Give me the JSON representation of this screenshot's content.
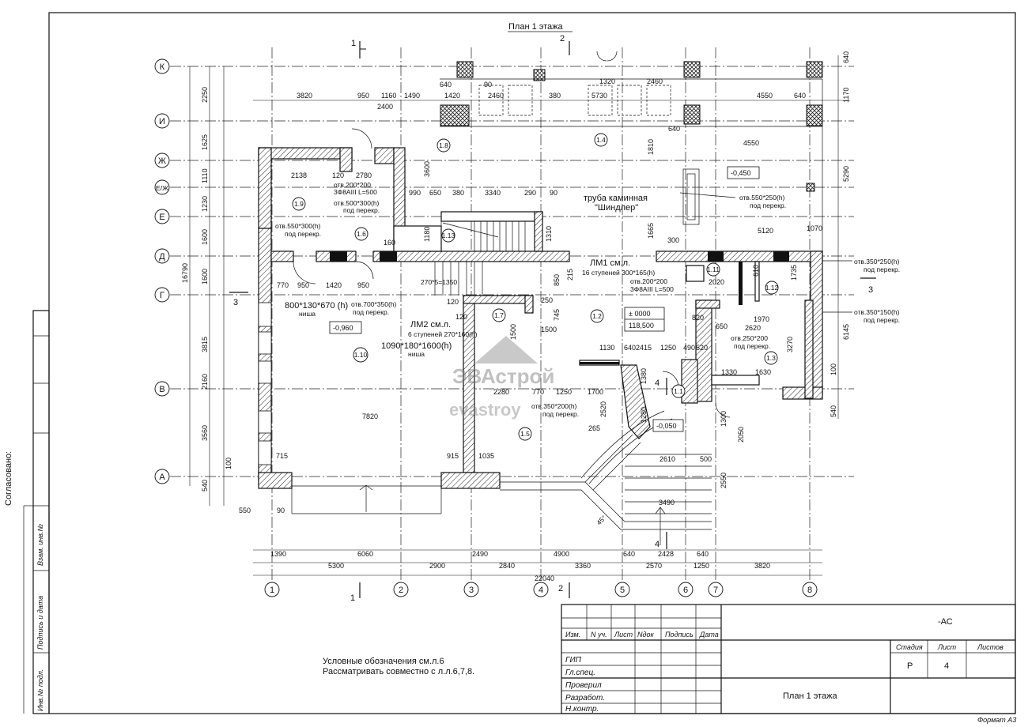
{
  "sheet": {
    "title": "План 1 этажа",
    "format": "Формат А3",
    "agreed": "Согласовано:"
  },
  "side_table": [
    "Взам. инв.№",
    "Подпись и дата",
    "Инв.№ подл."
  ],
  "grid_axes": {
    "rows": [
      "К",
      "И",
      "Ж",
      "Е/Ж",
      "Е",
      "Д",
      "Г",
      "В",
      "А"
    ],
    "columns": [
      "1",
      "2",
      "3",
      "4",
      "5",
      "6",
      "7",
      "8"
    ]
  },
  "sections": {
    "s1": "1",
    "s2": "2",
    "s3": "3",
    "s4": "4"
  },
  "rooms": [
    "1.1",
    "1.2",
    "1.3",
    "1.4",
    "1.5",
    "1.6",
    "1.7",
    "1.8",
    "1.9",
    "1.10",
    "1.11",
    "1.12",
    "1.13"
  ],
  "levels": {
    "l1": "-0,960",
    "l2": "-0,450",
    "l3": "-0,050",
    "l4": "± 0000",
    "l4b": "118,500"
  },
  "notes": {
    "n1": "отв.550*300(h)",
    "n1b": "под перекр.",
    "n2": "отв.200*200",
    "n2b": "3Ф8АIII L=500",
    "n3": "отв.500*300(h)",
    "n3b": "под перекр.",
    "n4": "труба каминная",
    "n4b": "\"Шиндлер\"",
    "n5": "отв.550*250(h)",
    "n5b": "под перекр.",
    "n6": "ЛМ1 см.л.",
    "n6b": "16 ступеней 300*165(h)",
    "n7": "отв.200*200",
    "n7b": "3Ф8АIII L=500",
    "n8": "800*130*670 (h)",
    "n8b": "ниша",
    "n9": "отв.700*350(h)",
    "n9b": "под перекр.",
    "n10": "ЛМ2 см.л.",
    "n10b": "6 ступеней 270*160(h)",
    "n11": "1090*180*1600(h)",
    "n11b": "ниша",
    "n12": "270*5=1350",
    "n13": "отв.350*200(h)",
    "n13b": "под перекр.",
    "n14": "отв.250*200",
    "n14b": "под перекр.",
    "n15": "отв.350*250(h)",
    "n15b": "под перекр.",
    "n16": "отв.350*150(h)",
    "n16b": "под перекр.",
    "n17": "45°"
  },
  "footnote": {
    "line1": "Условные обозначения см.л.6",
    "line2": "Рассматривать совместно с л.л.6,7,8."
  },
  "watermark": {
    "line1": "ЭВАстрой",
    "line2": "evastroy"
  },
  "title_block": {
    "code": "-АС",
    "headers": [
      "Изм.",
      "N уч.",
      "Лист",
      "Nдок",
      "Подпись",
      "Дата"
    ],
    "roles": [
      "ГИП",
      "Гл.спец.",
      "Проверил",
      "Разработ.",
      "Н.контр."
    ],
    "stage_label": "Стадия",
    "sheet_label": "Лист",
    "sheets_label": "Листов",
    "stage": "Р",
    "sheet_no": "4",
    "sheet_name": "План 1 этажа"
  },
  "dims": {
    "top": [
      "3820",
      "950",
      "1160",
      "1490",
      "2400",
      "1420",
      "2460",
      "1320",
      "2460",
      "380",
      "5730",
      "4550",
      "640",
      "90",
      "640"
    ],
    "bottom1": [
      "1390",
      "6060",
      "2490",
      "4900",
      "640",
      "2428",
      "640"
    ],
    "bottom2": [
      "5300",
      "2900",
      "2840",
      "3360",
      "2570",
      "1250",
      "3820"
    ],
    "total_width": "22040",
    "left": [
      "2250",
      "1625",
      "1110",
      "1230",
      "1600",
      "1600",
      "3815",
      "2160",
      "3560",
      "540"
    ],
    "left_total": "16790",
    "right": [
      "640",
      "1170",
      "5290",
      "6145",
      "100",
      "540"
    ],
    "misc": [
      "2138",
      "2780",
      "120",
      "990",
      "650",
      "380",
      "3340",
      "290",
      "90",
      "1310",
      "1665",
      "300",
      "5120",
      "1070",
      "770",
      "950",
      "1420",
      "950",
      "7820",
      "715",
      "915",
      "1035",
      "2280",
      "770",
      "1250",
      "1700",
      "1130",
      "640",
      "2415",
      "1250",
      "490",
      "520",
      "820",
      "1330",
      "1630",
      "1970",
      "2620",
      "3270",
      "2610",
      "3490",
      "1380",
      "1280",
      "2520",
      "265",
      "500",
      "2550",
      "2050",
      "1300",
      "1810",
      "3600",
      "1180",
      "160",
      "850",
      "2020",
      "120",
      "1500",
      "1500",
      "120",
      "1735",
      "650",
      "610",
      "250",
      "745",
      "215",
      "100",
      "550",
      "90",
      "1420"
    ]
  }
}
